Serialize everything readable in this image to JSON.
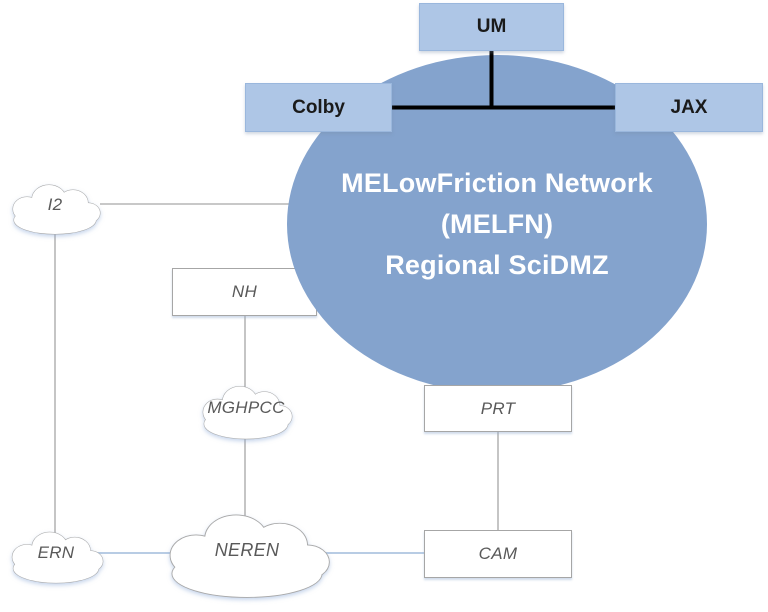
{
  "diagram": {
    "title": {
      "line1": "MELowFriction Network",
      "line2": "(MELFN)",
      "line3": "Regional SciDMZ"
    },
    "nodes": {
      "um": "UM",
      "colby": "Colby",
      "jax": "JAX",
      "i2": "I2",
      "nh": "NH",
      "mghpcc": "MGHPCC",
      "prt": "PRT",
      "ern": "ERN",
      "neren": "NEREN",
      "cam": "CAM"
    },
    "edges": [
      {
        "from": "UM",
        "to": "Colby-JAX trunk",
        "style": "black-thick"
      },
      {
        "from": "Colby",
        "to": "JAX",
        "style": "black-thick"
      },
      {
        "from": "I2",
        "to": "MELFN circle",
        "style": "gray-thin"
      },
      {
        "from": "I2",
        "to": "ERN",
        "style": "gray-thin"
      },
      {
        "from": "NH",
        "to": "MGHPCC",
        "style": "gray-thin"
      },
      {
        "from": "MGHPCC",
        "to": "NEREN",
        "style": "gray-thin"
      },
      {
        "from": "PRT",
        "to": "CAM",
        "style": "gray-thin"
      },
      {
        "from": "ERN",
        "to": "NEREN",
        "style": "light-blue"
      },
      {
        "from": "NEREN",
        "to": "CAM",
        "style": "light-blue"
      }
    ],
    "colors": {
      "circle_fill": "#84a3cd",
      "campus_box_fill": "#aec6e6",
      "campus_box_border": "#9ab7dd",
      "white_box_border": "#a6a6a6",
      "gray_line": "#a6a6a6",
      "light_blue_line": "#b8cce4",
      "black_line": "#000000",
      "title_text": "#ffffff",
      "label_text": "#595959",
      "campus_label_text": "#1a1a1a"
    }
  }
}
